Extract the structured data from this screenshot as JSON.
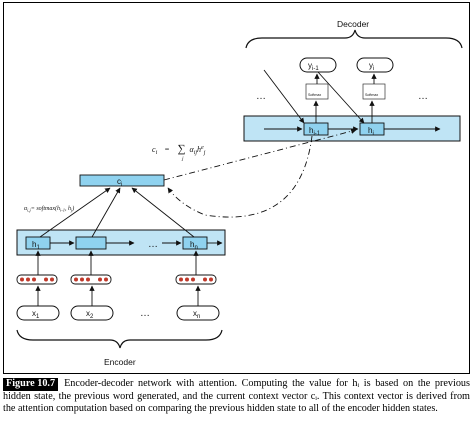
{
  "labels": {
    "decoder": "Decoder",
    "encoder": "Encoder",
    "ellipsis": "…",
    "softmax": "Softmax"
  },
  "decoder": {
    "outputs": [
      "y",
      "y"
    ],
    "output_subs": [
      "i-1",
      "i"
    ],
    "hidden": [
      "h",
      "h"
    ],
    "hidden_subs": [
      "i-1",
      "i"
    ]
  },
  "context": {
    "label": "c",
    "sub": "i",
    "equation": "c_i = Σ_j α_ij h^e_j",
    "equation_parts": [
      "c",
      "i",
      "=",
      "∑",
      "j",
      "α",
      "ij",
      "h",
      "e",
      "j"
    ],
    "alpha_equation": "α_ij = softmax(h^d_i-1 · h^e_j)",
    "alpha_parts": [
      "α",
      "i,j",
      "= softmax(h",
      "i-1",
      ", h",
      "j",
      ")"
    ]
  },
  "encoder": {
    "hidden": [
      "h",
      "",
      "h"
    ],
    "hidden_subs": [
      "1",
      "",
      "n"
    ],
    "inputs": [
      "x",
      "x",
      "x"
    ],
    "input_subs": [
      "1",
      "2",
      "n"
    ]
  },
  "caption": {
    "label": "Figure 10.7",
    "text": "Encoder-decoder network with attention. Computing the value for hᵢ is based on the previous hidden state, the previous word generated, and the current context vector cᵢ. This context vector is derived from the attention computation based on comparing the previous hidden state to all of the encoder hidden states."
  },
  "colors": {
    "layer_fill": "#bfe4f5",
    "cell_fill": "#8fd2ef",
    "stroke": "#1a1a1a",
    "embed_dot_red": "#c0392b"
  }
}
